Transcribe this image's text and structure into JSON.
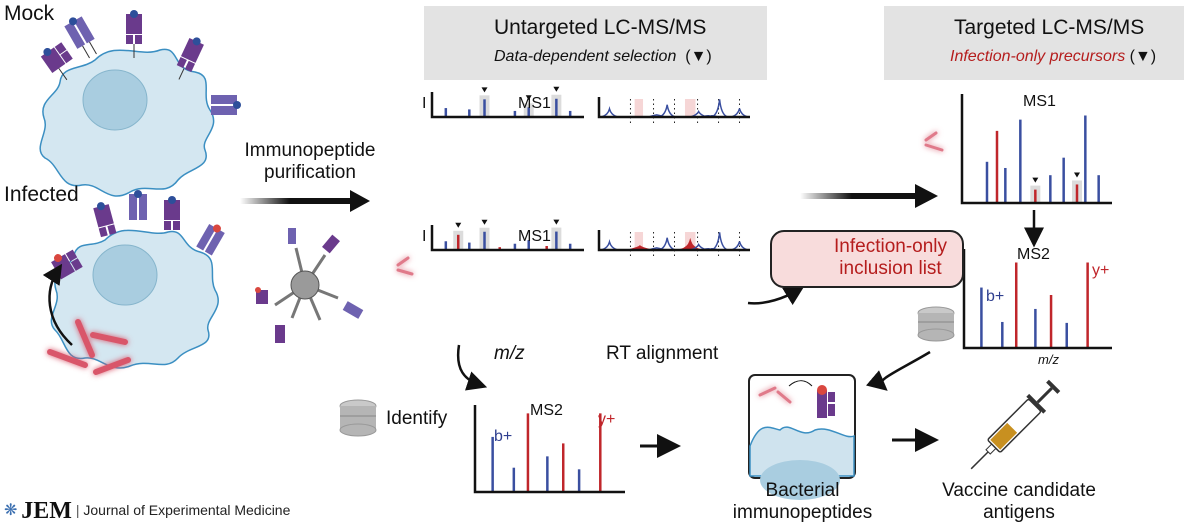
{
  "colors": {
    "blue_peak": "#3a4fa0",
    "red_peak": "#c0262b",
    "highlight_gray": "#dcdcdc",
    "rt_band": "#f6d6d6",
    "header_bg": "#e3e3e3",
    "accent_red_text": "#b51d1d",
    "cell_fill": "#cfe3ee",
    "mhc_purple": "#6a3a8c",
    "mhc_violet": "#6e62b0"
  },
  "left": {
    "mock_label": "Mock",
    "infected_label": "Infected",
    "purification_label_line1": "Immunopeptide",
    "purification_label_line2": "purification"
  },
  "untargeted": {
    "title": "Untargeted LC-MS/MS",
    "subtitle": "Data-dependent selection",
    "marker": "(▼)",
    "ms1_label": "MS1",
    "intensity_axis": "I",
    "xlabel": "m/z",
    "rt_label": "RT alignment"
  },
  "targeted": {
    "title": "Targeted LC-MS/MS",
    "subtitle": "Infection-only precursors",
    "marker": "(▼)",
    "ms1_label": "MS1",
    "ms2_label": "MS2",
    "b_ion": "b+",
    "y_ion": "y+",
    "xlabel": "m/z"
  },
  "inclusion_list": {
    "line1": "Infection-only",
    "line2": "inclusion list"
  },
  "identify": {
    "label": "Identify",
    "ms2_label": "MS2",
    "b_ion": "b+",
    "y_ion": "y+"
  },
  "outputs": {
    "bacterial_line1": "Bacterial",
    "bacterial_line2": "immunopeptides",
    "vaccine_line1": "Vaccine candidate",
    "vaccine_line2": "antigens"
  },
  "footer": {
    "journal_logo": "JEM",
    "separator": "|",
    "journal_name": "Journal of Experimental Medicine"
  },
  "chart_data": [
    {
      "name": "mock-ms1",
      "type": "bar",
      "title": "MS1",
      "ylabel": "I",
      "xlabel": "",
      "ylim": [
        0,
        1
      ],
      "values": [
        {
          "x": 1,
          "y": 0.47,
          "color": "blue",
          "selected": false
        },
        {
          "x": 2.7,
          "y": 0.4,
          "color": "blue",
          "selected": false
        },
        {
          "x": 3.8,
          "y": 0.93,
          "color": "blue",
          "selected": true
        },
        {
          "x": 6.0,
          "y": 0.32,
          "color": "blue",
          "selected": false
        },
        {
          "x": 7.0,
          "y": 0.51,
          "color": "blue",
          "selected": true
        },
        {
          "x": 9.0,
          "y": 0.96,
          "color": "blue",
          "selected": true
        },
        {
          "x": 10.0,
          "y": 0.32,
          "color": "blue",
          "selected": false
        }
      ]
    },
    {
      "name": "infected-ms1",
      "type": "bar",
      "title": "MS1",
      "ylabel": "I",
      "xlabel": "m/z",
      "ylim": [
        0,
        1
      ],
      "values": [
        {
          "x": 1,
          "y": 0.46,
          "color": "blue",
          "selected": false
        },
        {
          "x": 1.9,
          "y": 0.8,
          "color": "red",
          "selected": true
        },
        {
          "x": 2.7,
          "y": 0.39,
          "color": "blue",
          "selected": false
        },
        {
          "x": 3.8,
          "y": 0.96,
          "color": "blue",
          "selected": true
        },
        {
          "x": 4.9,
          "y": 0.15,
          "color": "red",
          "selected": false
        },
        {
          "x": 6.0,
          "y": 0.33,
          "color": "blue",
          "selected": false
        },
        {
          "x": 7.0,
          "y": 0.52,
          "color": "blue",
          "selected": false
        },
        {
          "x": 8.3,
          "y": 0.21,
          "color": "red",
          "selected": false
        },
        {
          "x": 9.0,
          "y": 0.97,
          "color": "blue",
          "selected": true
        },
        {
          "x": 10.0,
          "y": 0.33,
          "color": "blue",
          "selected": false
        }
      ]
    },
    {
      "name": "mock-rt",
      "type": "line",
      "xlabel": "",
      "ylim": [
        0,
        1
      ],
      "dotted_gridlines_x": [
        1.5,
        2.6,
        3.6,
        4.7,
        5.7,
        6.7
      ],
      "highlight_bands_x": [
        [
          1.7,
          2.1
        ],
        [
          4.1,
          4.6
        ]
      ],
      "peaks": [
        {
          "x": 0.5,
          "y": 0.45,
          "color": "blue"
        },
        {
          "x": 2.75,
          "y": 0.12,
          "color": "blue"
        },
        {
          "x": 3.25,
          "y": 0.68,
          "color": "blue"
        },
        {
          "x": 4.75,
          "y": 0.3,
          "color": "blue"
        },
        {
          "x": 5.3,
          "y": 0.04,
          "color": "blue"
        },
        {
          "x": 5.75,
          "y": 0.98,
          "color": "blue"
        },
        {
          "x": 6.7,
          "y": 0.47,
          "color": "blue"
        }
      ]
    },
    {
      "name": "infected-rt",
      "type": "line",
      "xlabel": "RT alignment",
      "ylim": [
        0,
        1
      ],
      "dotted_gridlines_x": [
        1.5,
        2.6,
        3.6,
        4.7,
        5.7,
        6.7
      ],
      "highlight_bands_x": [
        [
          1.7,
          2.1
        ],
        [
          4.1,
          4.6
        ]
      ],
      "peaks": [
        {
          "x": 0.5,
          "y": 0.45,
          "color": "blue"
        },
        {
          "x": 1.95,
          "y": 0.2,
          "color": "red"
        },
        {
          "x": 2.75,
          "y": 0.12,
          "color": "blue"
        },
        {
          "x": 3.25,
          "y": 0.68,
          "color": "blue"
        },
        {
          "x": 4.35,
          "y": 0.48,
          "color": "red"
        },
        {
          "x": 4.75,
          "y": 0.3,
          "color": "blue"
        },
        {
          "x": 5.3,
          "y": 0.04,
          "color": "blue"
        },
        {
          "x": 5.75,
          "y": 0.98,
          "color": "blue"
        },
        {
          "x": 6.7,
          "y": 0.47,
          "color": "blue"
        }
      ]
    },
    {
      "name": "targeted-ms1",
      "type": "bar",
      "title": "MS1",
      "ylim": [
        0,
        1
      ],
      "values": [
        {
          "x": 1.5,
          "y": 0.4,
          "color": "blue",
          "selected": false
        },
        {
          "x": 2.1,
          "y": 0.7,
          "color": "red",
          "selected": false
        },
        {
          "x": 2.6,
          "y": 0.34,
          "color": "blue",
          "selected": false
        },
        {
          "x": 3.5,
          "y": 0.81,
          "color": "blue",
          "selected": false
        },
        {
          "x": 4.4,
          "y": 0.13,
          "color": "red",
          "selected": true
        },
        {
          "x": 5.3,
          "y": 0.27,
          "color": "blue",
          "selected": false
        },
        {
          "x": 6.1,
          "y": 0.44,
          "color": "blue",
          "selected": false
        },
        {
          "x": 6.9,
          "y": 0.18,
          "color": "red",
          "selected": true
        },
        {
          "x": 7.4,
          "y": 0.85,
          "color": "blue",
          "selected": false
        },
        {
          "x": 8.2,
          "y": 0.27,
          "color": "blue",
          "selected": false
        }
      ]
    },
    {
      "name": "targeted-ms2",
      "type": "bar",
      "title": "MS2",
      "xlabel": "m/z",
      "ylim": [
        0,
        1
      ],
      "annotations": [
        {
          "text": "b+",
          "color": "blue"
        },
        {
          "text": "y+",
          "color": "red"
        }
      ],
      "values": [
        {
          "x": 1.0,
          "y": 0.65,
          "color": "blue"
        },
        {
          "x": 2.2,
          "y": 0.28,
          "color": "blue"
        },
        {
          "x": 3.0,
          "y": 0.92,
          "color": "red"
        },
        {
          "x": 4.1,
          "y": 0.42,
          "color": "blue"
        },
        {
          "x": 5.0,
          "y": 0.57,
          "color": "red"
        },
        {
          "x": 5.9,
          "y": 0.27,
          "color": "blue"
        },
        {
          "x": 7.1,
          "y": 0.92,
          "color": "red"
        }
      ]
    },
    {
      "name": "identify-ms2",
      "type": "bar",
      "title": "MS2",
      "ylim": [
        0,
        1
      ],
      "annotations": [
        {
          "text": "b+",
          "color": "blue"
        },
        {
          "text": "y+",
          "color": "red"
        }
      ],
      "values": [
        {
          "x": 1.0,
          "y": 0.68,
          "color": "blue"
        },
        {
          "x": 2.2,
          "y": 0.3,
          "color": "blue"
        },
        {
          "x": 3.0,
          "y": 0.97,
          "color": "red"
        },
        {
          "x": 4.1,
          "y": 0.44,
          "color": "blue"
        },
        {
          "x": 5.0,
          "y": 0.6,
          "color": "red"
        },
        {
          "x": 5.9,
          "y": 0.28,
          "color": "blue"
        },
        {
          "x": 7.1,
          "y": 0.97,
          "color": "red"
        }
      ]
    }
  ]
}
